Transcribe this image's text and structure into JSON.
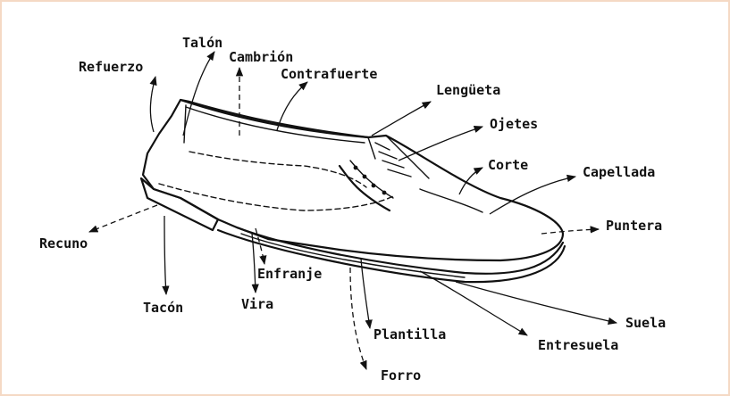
{
  "diagram": {
    "labels": {
      "talon": "Talón",
      "refuerzo": "Refuerzo",
      "cambrion": "Cambrión",
      "contrafuerte": "Contrafuerte",
      "lengueta": "Lengüeta",
      "ojetes": "Ojetes",
      "corte": "Corte",
      "capellada": "Capellada",
      "puntera": "Puntera",
      "recuno": "Recuno",
      "tacon": "Tacón",
      "vira": "Vira",
      "enfranje": "Enfranje",
      "plantilla": "Plantilla",
      "suela": "Suela",
      "entresuela": "Entresuela",
      "forro": "Forro"
    },
    "colors": {
      "ink": "#111111",
      "background": "#ffffff",
      "frame": "#f5d9c4"
    }
  }
}
